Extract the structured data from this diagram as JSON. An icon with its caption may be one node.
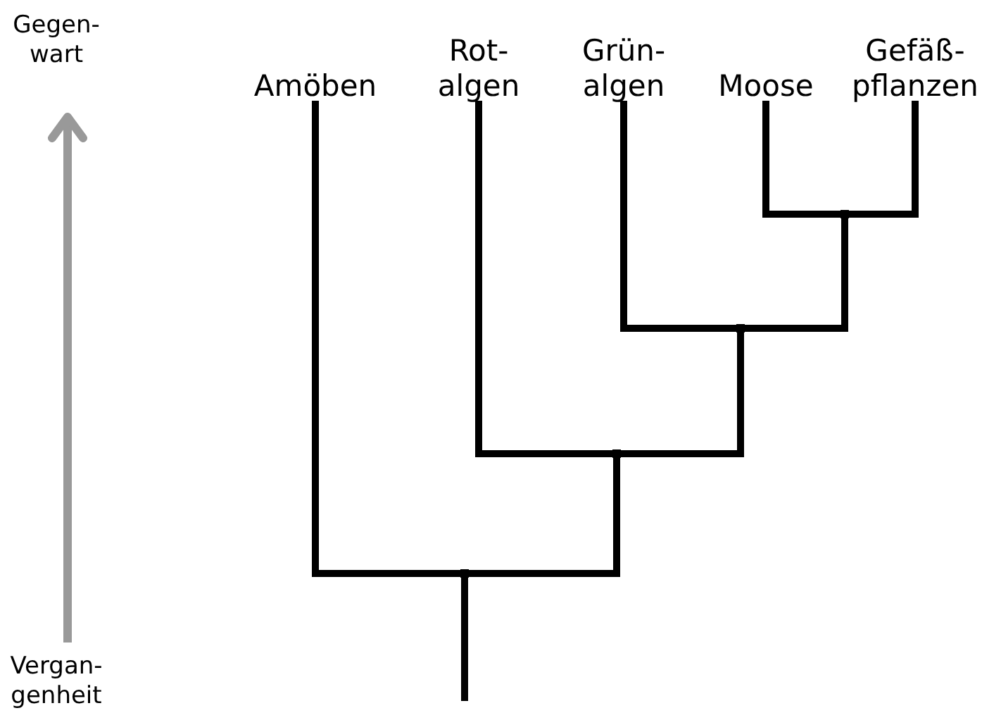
{
  "diagram": {
    "nodes": [
      {
        "text": [
          "Amöben"
        ]
      },
      {
        "text": [
          "Rot- algen"
        ]
      },
      {
        "text": [
          "Grün- algen"
        ]
      },
      {
        "text": [
          "Moose"
        ]
      },
      {
        "text": [
          "Gefäß- pflanzen"
        ]
      },
      {
        "text": [],
        "shape": "junction"
      },
      {
        "text": [],
        "shape": "junction"
      },
      {
        "text": [],
        "shape": "junction"
      },
      {
        "text": [],
        "shape": "junction"
      }
    ],
    "edges": [
      {
        "from": 5,
        "to": 3,
        "arrow": "none"
      },
      {
        "from": 5,
        "to": 4,
        "arrow": "none"
      },
      {
        "from": 6,
        "to": 2,
        "arrow": "none"
      },
      {
        "from": 6,
        "to": 5,
        "arrow": "none"
      },
      {
        "from": 7,
        "to": 1,
        "arrow": "none"
      },
      {
        "from": 7,
        "to": 6,
        "arrow": "none"
      },
      {
        "from": 8,
        "to": 0,
        "arrow": "none"
      },
      {
        "from": 8,
        "to": 7,
        "arrow": "none"
      },
      {
        "from": null,
        "to": 8,
        "arrow": "none"
      }
    ],
    "labels": [
      "Gegen- wart",
      "Vergan- genheit"
    ]
  }
}
